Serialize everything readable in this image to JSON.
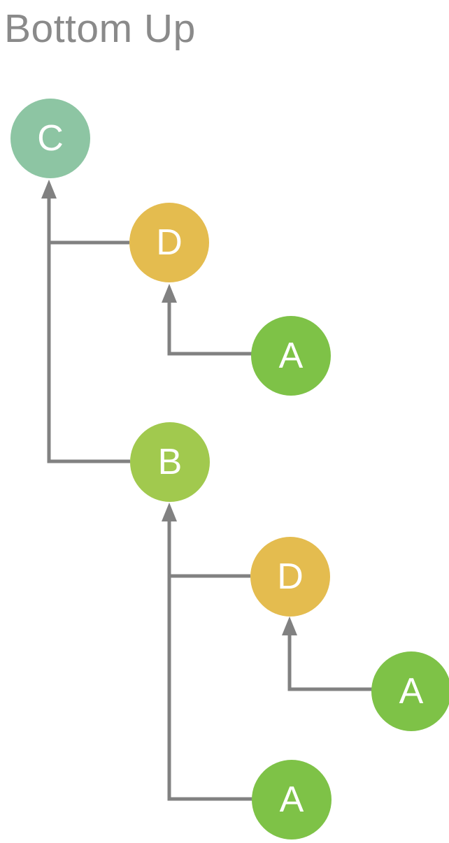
{
  "title": "Bottom Up",
  "diagram": {
    "type": "tree",
    "direction": "bottom-up",
    "nodes": [
      {
        "id": "C",
        "label": "C",
        "color": "#8dc5a3"
      },
      {
        "id": "D1",
        "label": "D",
        "color": "#e4bc4f"
      },
      {
        "id": "A1",
        "label": "A",
        "color": "#7ec247"
      },
      {
        "id": "B",
        "label": "B",
        "color": "#a1c94e"
      },
      {
        "id": "D2",
        "label": "D",
        "color": "#e4bc4f"
      },
      {
        "id": "A2",
        "label": "A",
        "color": "#7ec247"
      },
      {
        "id": "A3",
        "label": "A",
        "color": "#7ec247"
      }
    ],
    "edges": [
      {
        "from": "D1",
        "to": "C"
      },
      {
        "from": "B",
        "to": "C"
      },
      {
        "from": "A1",
        "to": "D1"
      },
      {
        "from": "D2",
        "to": "B"
      },
      {
        "from": "A3",
        "to": "B"
      },
      {
        "from": "A2",
        "to": "D2"
      }
    ]
  },
  "colors": {
    "background": "#ffffff",
    "edge": "#818181",
    "title_text": "#8a8a8a",
    "node_label": "#ffffff"
  }
}
